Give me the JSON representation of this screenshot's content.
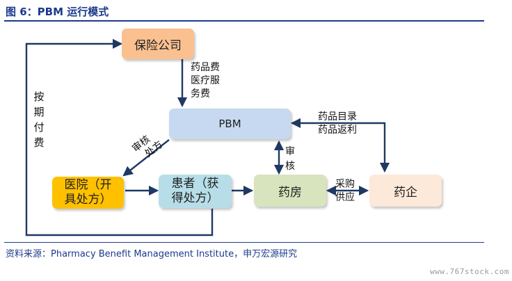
{
  "header": {
    "title": "图 6：PBM 运行模式"
  },
  "footer": {
    "source": "资料来源：Pharmacy Benefit Management Institute，申万宏源研究",
    "watermark": "www.767stock.com"
  },
  "nodes": {
    "insurer": {
      "label": "保险公司",
      "color": "#fac090"
    },
    "pbm": {
      "label": "PBM",
      "color": "#c6d9f1"
    },
    "hospital": {
      "line1": "医院（开",
      "line2": "具处方）",
      "color": "#ffc000"
    },
    "patient": {
      "line1": "患者（获",
      "line2": "得处方）",
      "color": "#b7dee8"
    },
    "pharmacy": {
      "label": "药房",
      "color": "#d7e4bd"
    },
    "pharma": {
      "label": "药企",
      "color": "#fde9d9"
    }
  },
  "edges": {
    "insurer_pbm": [
      "药品费",
      "医疗服",
      "务费"
    ],
    "pbm_hospital": [
      "审核",
      "处方"
    ],
    "pbm_pharmacy": [
      "审",
      "核"
    ],
    "pharma_pbm": [
      "药品目录",
      "药品返利"
    ],
    "pharmacy_pharma": [
      "采购",
      "供应"
    ],
    "periodic_payment": [
      "按",
      "期",
      "付",
      "费"
    ]
  },
  "colors": {
    "arrow": "#1f3864",
    "accent": "#1b3a8c"
  }
}
